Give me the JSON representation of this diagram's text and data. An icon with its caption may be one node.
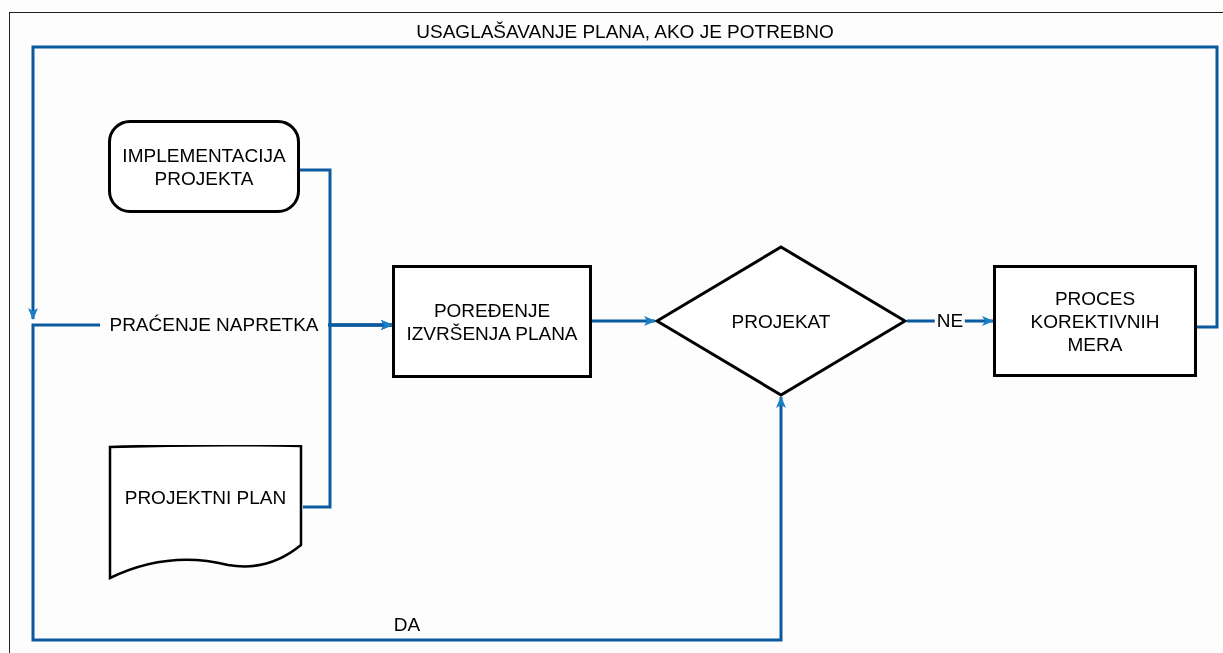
{
  "diagram": {
    "nodes": [
      {
        "text": [
          "IMPLEMENTACIJA PROJEKTA"
        ]
      },
      {
        "text": [
          "PRAĆENJE NAPRETKA"
        ]
      },
      {
        "text": [
          "PROJEKTNI PLAN"
        ]
      },
      {
        "text": [
          "POREĐENJE IZVRŠENJA PLANA"
        ]
      },
      {
        "text": [
          "PROJEKAT"
        ]
      },
      {
        "text": [
          "PROCES KOREKTIVNIH MERA"
        ]
      }
    ],
    "edges": [
      {
        "from": 0,
        "to": 3,
        "arrow": "to"
      },
      {
        "from": 1,
        "to": 3,
        "arrow": "to"
      },
      {
        "from": 2,
        "to": 3,
        "arrow": "to"
      },
      {
        "from": 3,
        "to": 4,
        "arrow": "to"
      },
      {
        "from": 4,
        "to": 5,
        "arrow": "to",
        "label": "NE"
      },
      {
        "from": 5,
        "to": 1,
        "arrow": "to",
        "label": "USAGLAŠAVANJE PLANA, AKO JE POTREBNO"
      },
      {
        "from": 1,
        "to": 4,
        "arrow": "to",
        "label": "DA"
      }
    ]
  }
}
